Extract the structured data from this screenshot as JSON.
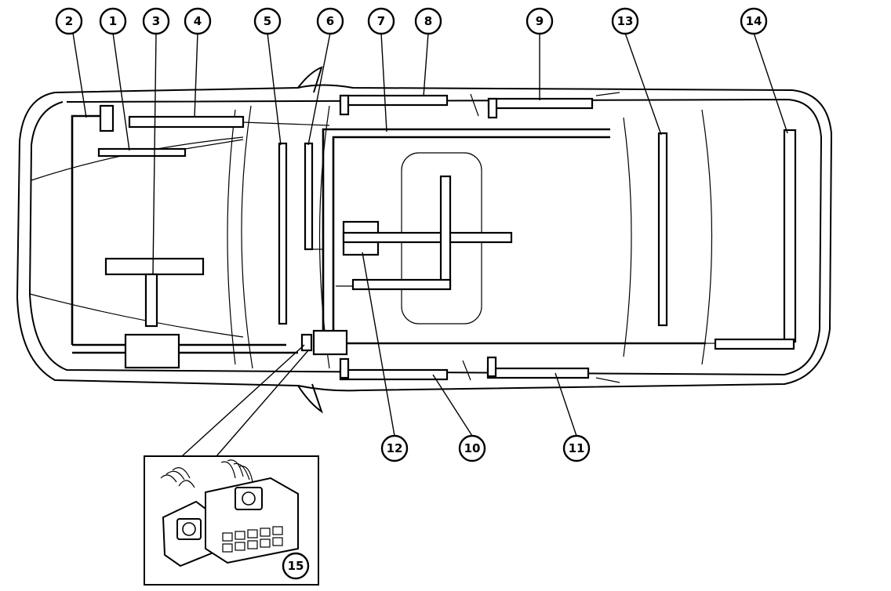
{
  "callouts": [
    {
      "id": "c1",
      "label": "1"
    },
    {
      "id": "c2",
      "label": "2"
    },
    {
      "id": "c3",
      "label": "3"
    },
    {
      "id": "c4",
      "label": "4"
    },
    {
      "id": "c5",
      "label": "5"
    },
    {
      "id": "c6",
      "label": "6"
    },
    {
      "id": "c7",
      "label": "7"
    },
    {
      "id": "c8",
      "label": "8"
    },
    {
      "id": "c9",
      "label": "9"
    },
    {
      "id": "c13",
      "label": "13"
    },
    {
      "id": "c14",
      "label": "14"
    },
    {
      "id": "c12",
      "label": "12"
    },
    {
      "id": "c10",
      "label": "10"
    },
    {
      "id": "c11",
      "label": "11"
    },
    {
      "id": "c15",
      "label": "15"
    }
  ]
}
